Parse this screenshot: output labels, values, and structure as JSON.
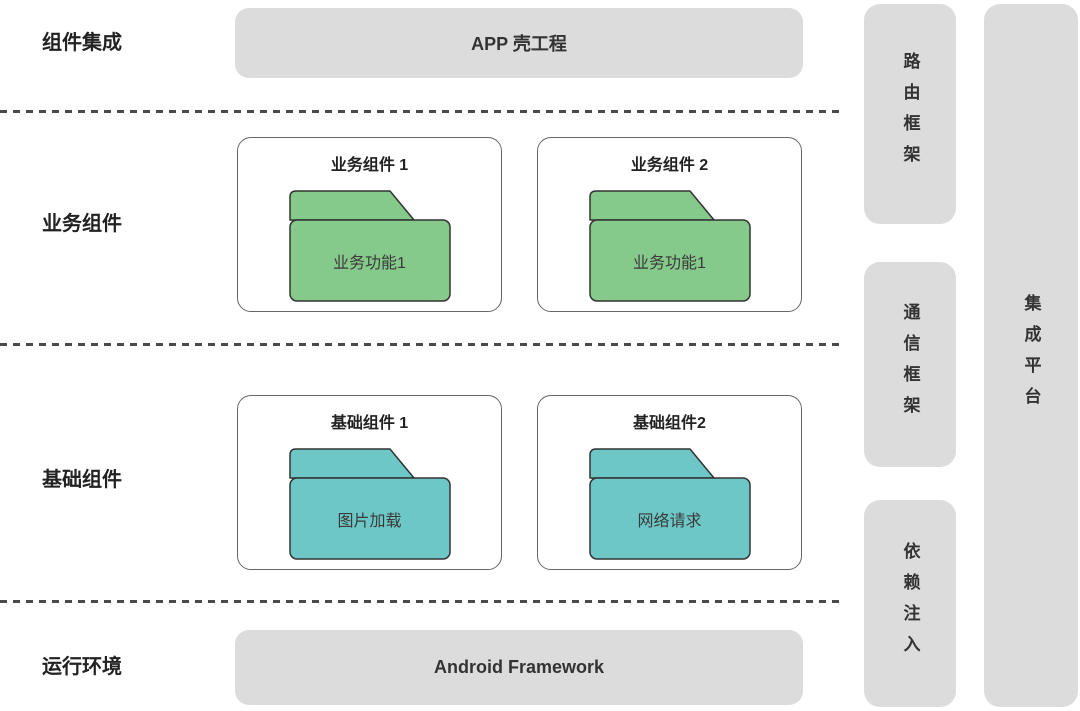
{
  "colors": {
    "box_gray": "#dcdcdc",
    "business_folder_green": "#85c98b",
    "base_folder_teal": "#6ec7c7",
    "folder_stroke": "#333333",
    "card_border": "#666666",
    "dashed_line": "#4a4a4a",
    "text_dark": "#222222"
  },
  "row_labels": {
    "integration": "组件集成",
    "business": "业务组件",
    "base": "基础组件",
    "runtime": "运行环境"
  },
  "top_box": {
    "label": "APP 壳工程"
  },
  "bottom_box": {
    "label": "Android Framework"
  },
  "cards": [
    {
      "title": "业务组件 1",
      "folder_label": "业务功能1"
    },
    {
      "title": "业务组件 2",
      "folder_label": "业务功能1"
    },
    {
      "title": "基础组件 1",
      "folder_label": "图片加载"
    },
    {
      "title": "基础组件2",
      "folder_label": "网络请求"
    }
  ],
  "side_bars": [
    {
      "label": "路由框架"
    },
    {
      "label": "通信框架"
    },
    {
      "label": "依赖注入"
    }
  ],
  "platform_bar": {
    "label": "集成平台"
  }
}
